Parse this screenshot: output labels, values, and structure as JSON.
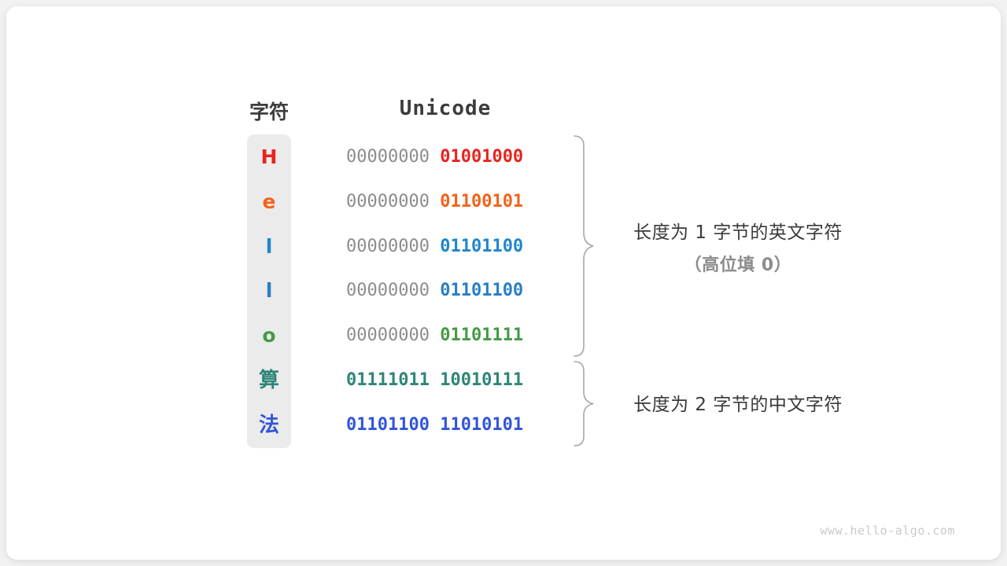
{
  "headers": {
    "character": "字符",
    "unicode": "Unicode"
  },
  "rows": [
    {
      "char": "H",
      "color": "#e8231f",
      "pad": "00000000 ",
      "value": "01001000",
      "is_cjk": false,
      "group": 1
    },
    {
      "char": "e",
      "color": "#f0631a",
      "pad": "00000000 ",
      "value": "01100101",
      "is_cjk": false,
      "group": 1
    },
    {
      "char": "l",
      "color": "#1f86cd",
      "pad": "00000000 ",
      "value": "01101100",
      "is_cjk": false,
      "group": 1
    },
    {
      "char": "l",
      "color": "#2a7ec4",
      "pad": "00000000 ",
      "value": "01101100",
      "is_cjk": false,
      "group": 1
    },
    {
      "char": "o",
      "color": "#459a46",
      "pad": "00000000 ",
      "value": "01101111",
      "is_cjk": false,
      "group": 1
    },
    {
      "char": "算",
      "color": "#2f8577",
      "pad": "",
      "value": "01111011 10010111",
      "is_cjk": true,
      "group": 2
    },
    {
      "char": "法",
      "color": "#3355d8",
      "pad": "",
      "value": "01101100 11010101",
      "is_cjk": true,
      "group": 2
    }
  ],
  "annotations": {
    "group1": {
      "line1": "长度为 1 字节的英文字符",
      "line2": "（高位填 0）"
    },
    "group2": {
      "line1": "长度为 2 字节的中文字符",
      "line2": ""
    }
  },
  "watermark": "www.hello-algo.com",
  "colors": {
    "card_background": "#ffffff",
    "page_background": "#f2f2f2",
    "char_column_background": "#ebebeb",
    "padding_byte": "#8c8c8c",
    "brace_stroke": "#a6a6a6",
    "header_text": "#3c3c3c",
    "annotation_primary": "#3a3a3a",
    "annotation_secondary": "#8c8c8c",
    "watermark": "#c9c9c9"
  }
}
